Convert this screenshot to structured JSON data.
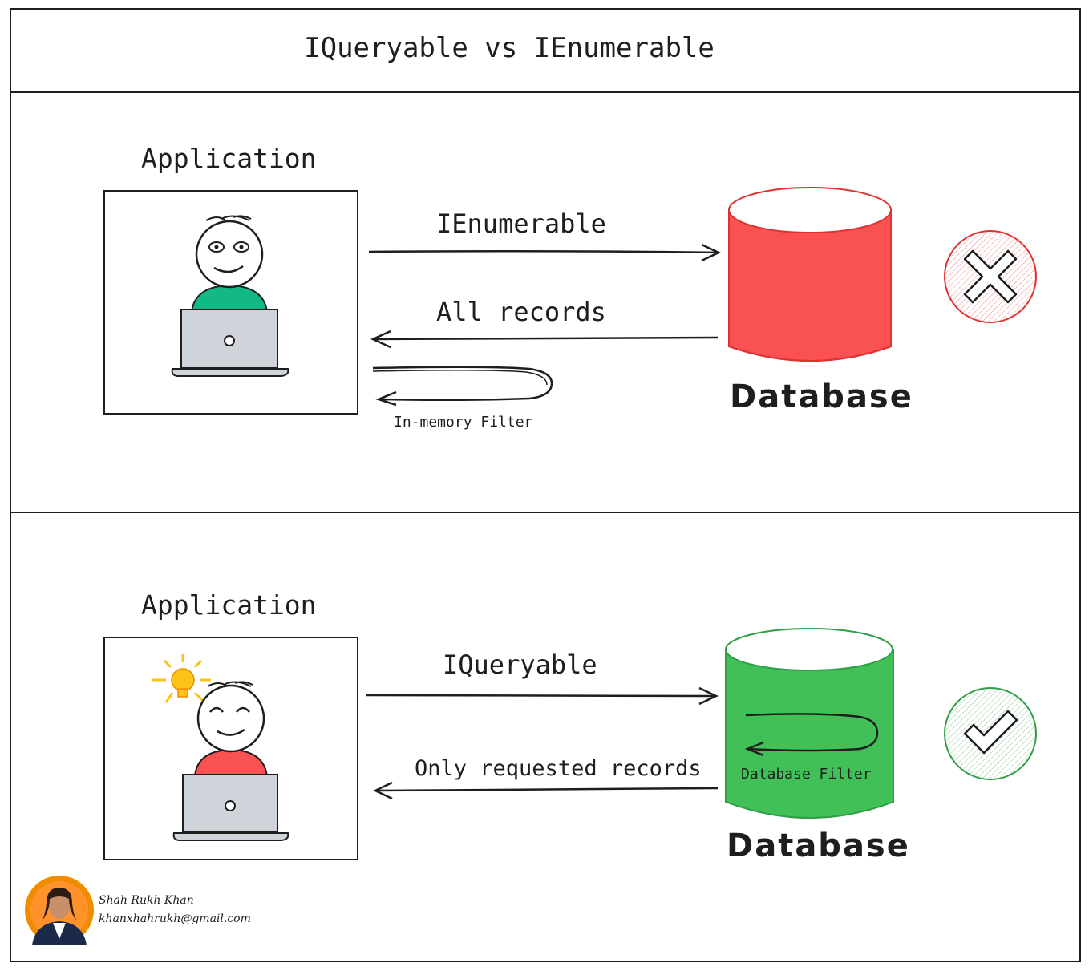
{
  "title": "IQueryable vs IEnumerable",
  "panels": [
    {
      "application_label": "Application",
      "request_label": "IEnumerable",
      "response_label": "All records",
      "filter_label": "In-memory Filter",
      "database_label": "Database",
      "database_color": "#fa5252",
      "verdict": "cross-icon",
      "verdict_color": "#e03131"
    },
    {
      "application_label": "Application",
      "request_label": "IQueryable",
      "response_label": "Only requested records",
      "filter_label": "Database Filter",
      "database_label": "Database",
      "database_color": "#40c057",
      "verdict": "check-icon",
      "verdict_color": "#2f9e44"
    }
  ],
  "author": {
    "name": "Shah Rukh Khan",
    "email": "khanxhahrukh@gmail.com"
  }
}
